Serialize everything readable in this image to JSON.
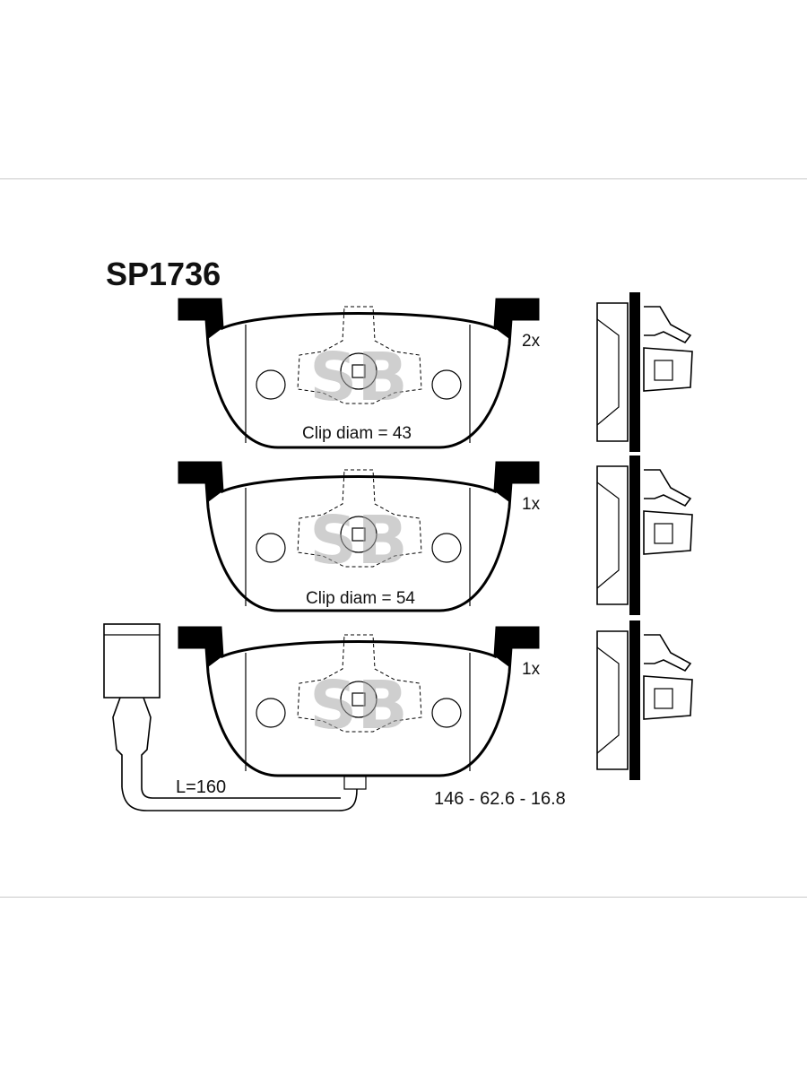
{
  "part": {
    "code": "SP1736",
    "dimensions": "146 - 62.6 - 16.8"
  },
  "pads": [
    {
      "quantity": "2x",
      "clip_label": "Clip diam = 43",
      "has_sensor": false
    },
    {
      "quantity": "1x",
      "clip_label": "Clip diam = 54",
      "has_sensor": false
    },
    {
      "quantity": "1x",
      "clip_label": "",
      "has_sensor": true
    }
  ],
  "sensor": {
    "length_label": "L=160"
  },
  "watermark": {
    "text": "SB",
    "color": "#a9a9a9"
  }
}
